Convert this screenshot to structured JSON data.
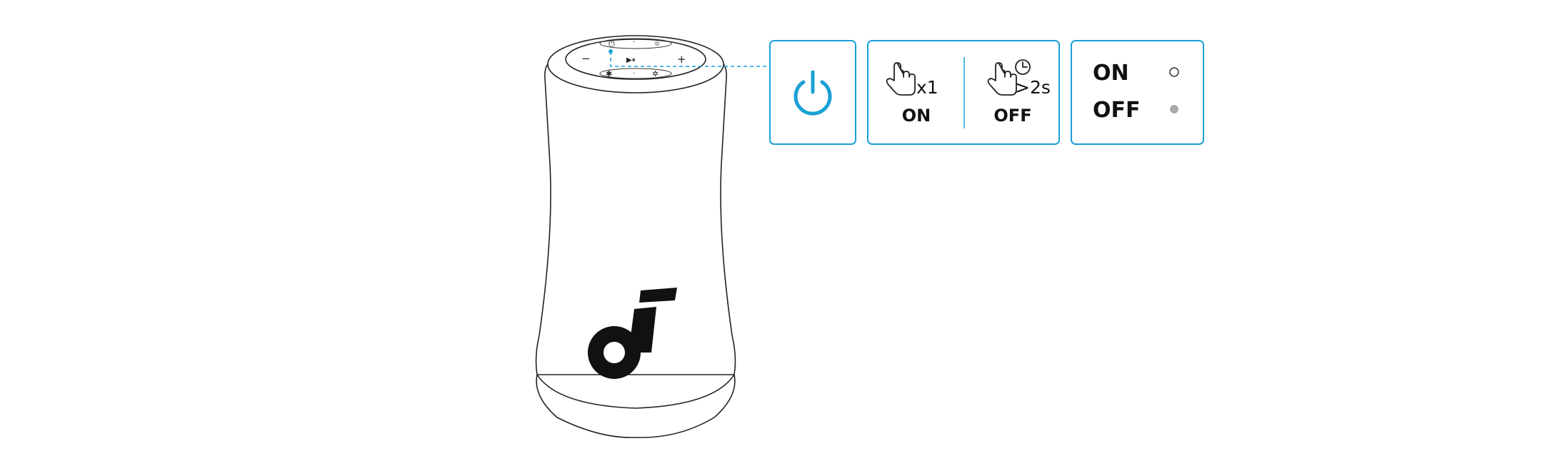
{
  "speaker": {
    "top_buttons": {
      "power_glyph": "⏻",
      "play_pause_glyph": "▶⏸",
      "minus_glyph": "−",
      "plus_glyph": "+",
      "bluetooth_glyph": "✱",
      "mode_glyph": "✲",
      "light_glyph": "☼",
      "dot_glyph": "·"
    },
    "logo_icon": "soundcore-logo"
  },
  "panels": {
    "power_button": {
      "icon": "power-icon",
      "color": "#1aa0d6"
    },
    "press_actions": {
      "press_once": {
        "count": "x1",
        "state": "ON",
        "icon": "hand-press-icon"
      },
      "press_hold": {
        "duration": ">2s",
        "state": "OFF",
        "icon": "hand-hold-clock-icon"
      }
    },
    "indicator": {
      "on_label": "ON",
      "off_label": "OFF",
      "on_led": "led-off-hollow",
      "off_led": "led-gray-solid",
      "off_led_color": "#aaaaaa"
    }
  },
  "colors": {
    "accent": "#1aa0d6",
    "outline": "#222222"
  }
}
